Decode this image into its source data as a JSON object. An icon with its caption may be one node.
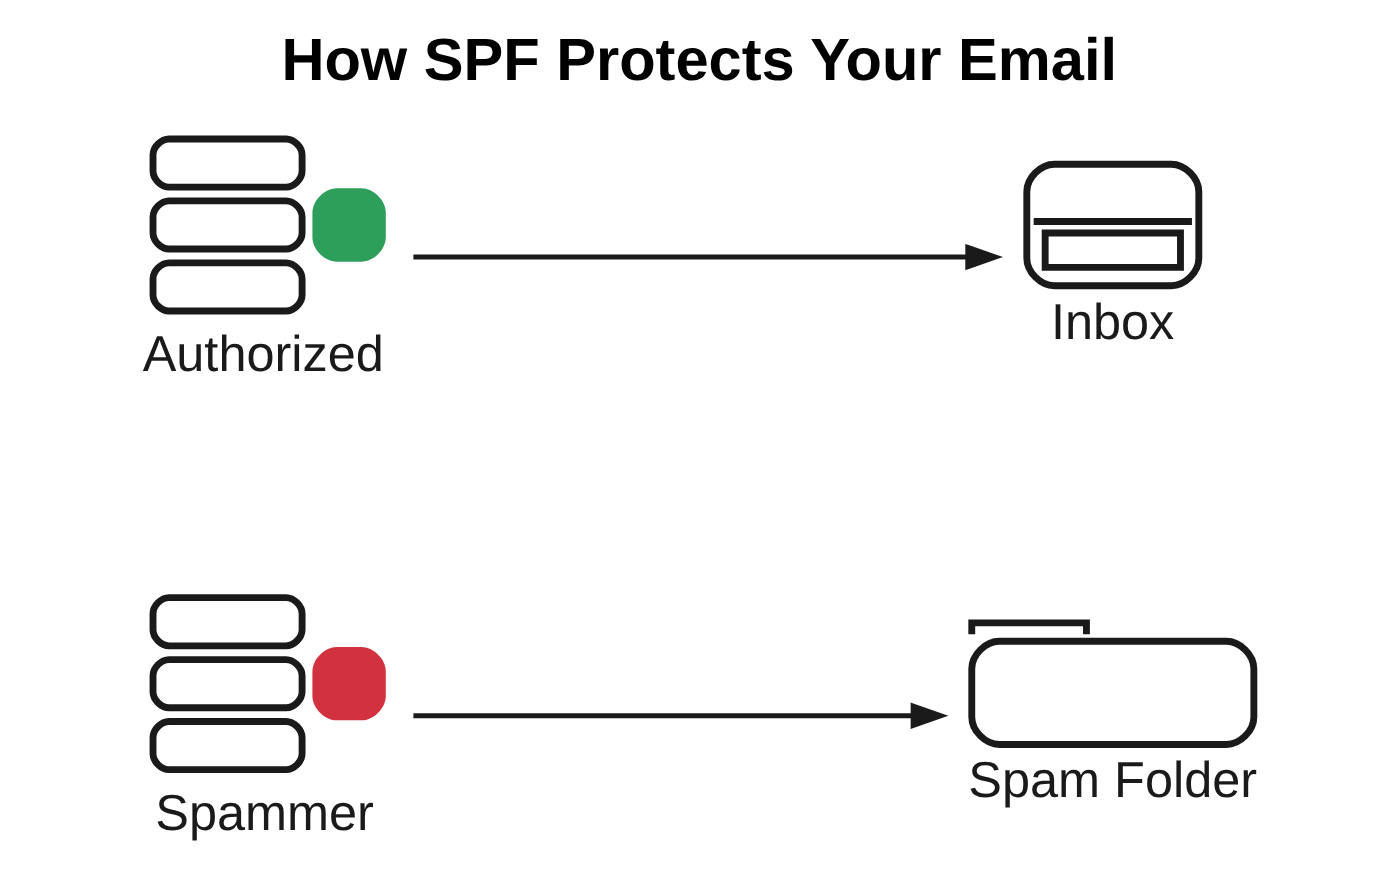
{
  "diagram": {
    "title": "How SPF Protects Your Email",
    "nodes": [
      {
        "text": [
          "Authorized"
        ]
      },
      {
        "text": [
          "Inbox"
        ]
      },
      {
        "text": [
          "Spammer"
        ]
      },
      {
        "text": [
          "Spam Folder"
        ]
      }
    ],
    "edges": [
      {
        "from": 0,
        "to": 1,
        "arrow": "to"
      },
      {
        "from": 2,
        "to": 3,
        "arrow": "to"
      }
    ]
  }
}
